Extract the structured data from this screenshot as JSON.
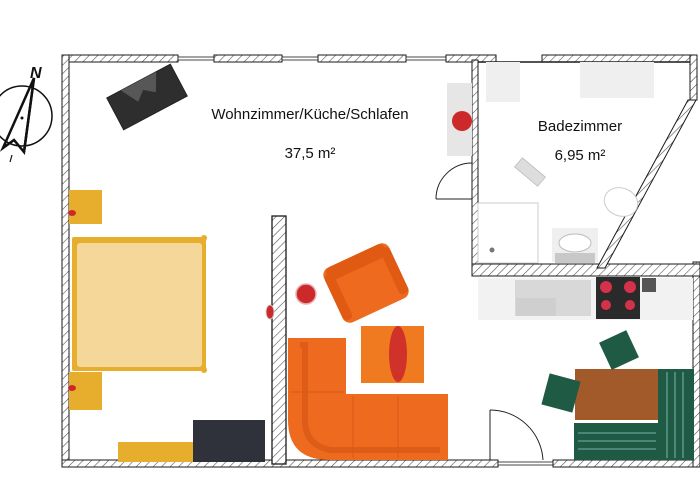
{
  "plan": {
    "rooms": [
      {
        "name": "Wohnzimmer/Küche/Schlafen",
        "area": "37,5 m²"
      },
      {
        "name": "Badezimmer",
        "area": "6,95 m²"
      }
    ],
    "compass": {
      "label": "N"
    }
  },
  "colors": {
    "wall": "#1a1a1a",
    "hatch": "#555555",
    "bed": "#f6d79a",
    "bed_frame": "#e7ad2c",
    "sofa": "#ee6a1f",
    "coffee_table": "#f07a20",
    "lamp_red": "#cc2a2a",
    "tv_dark": "#2f323a",
    "dining_table": "#a35a2a",
    "dining_green": "#1f5a44",
    "stove": "#2a2a2a",
    "kitchen_counter": "#e8e8e8",
    "bath_fixture": "#e6e6e6"
  }
}
